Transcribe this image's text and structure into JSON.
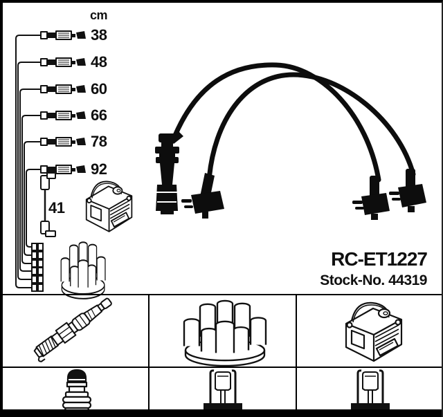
{
  "header": {
    "unit": "cm"
  },
  "cable_lengths": [
    "38",
    "48",
    "60",
    "66",
    "78",
    "92"
  ],
  "coil_cable": {
    "length": "41"
  },
  "part": {
    "number": "RC-ET1227",
    "stock_label": "Stock-No.",
    "stock_number": "44319"
  },
  "colors": {
    "ink": "#111111",
    "photo_black": "#0d0d0d",
    "background": "#ffffff",
    "frame": "#000000"
  },
  "legend_icons": [
    "spark-plug-icon",
    "distributor-cap-icon",
    "ignition-coil-icon",
    "plug-terminal-nut-icon",
    "distributor-terminal-socket-icon",
    "coil-terminal-socket-icon"
  ]
}
